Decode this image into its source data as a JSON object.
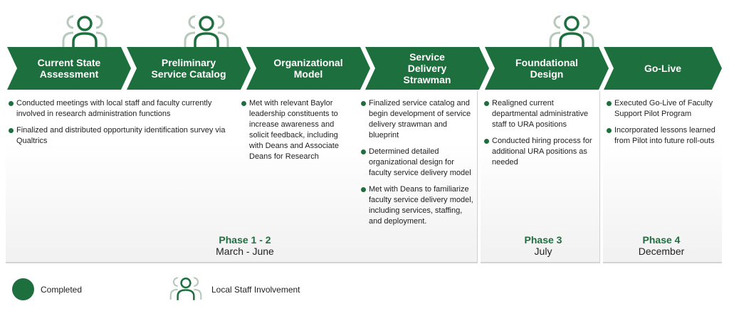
{
  "colors": {
    "accent": "#1e6f3e",
    "people_outer": "#b7c9bd"
  },
  "stages": [
    {
      "id": "current-state",
      "label": "Current State\nAssessment",
      "has_staff_icon": true
    },
    {
      "id": "preliminary",
      "label": "Preliminary\nService Catalog",
      "has_staff_icon": true
    },
    {
      "id": "organizational",
      "label": "Organizational\nModel",
      "has_staff_icon": false
    },
    {
      "id": "service-delivery",
      "label": "Service\nDelivery\nStrawman",
      "has_staff_icon": false
    },
    {
      "id": "foundational",
      "label": "Foundational\nDesign",
      "has_staff_icon": true
    },
    {
      "id": "go-live",
      "label": "Go-Live",
      "has_staff_icon": false
    }
  ],
  "bullets": {
    "col1": [
      "Conducted meetings with local staff and faculty currently involved in research administration functions",
      "Finalized and distributed opportunity identification survey via Qualtrics"
    ],
    "col3": [
      "Met with relevant Baylor leadership constituents to increase awareness and solicit feedback, including with Deans and Associate Deans for Research"
    ],
    "col4": [
      "Finalized service catalog and begin development of service delivery strawman and blueprint",
      "Determined detailed organizational design for faculty service delivery model",
      "Met with Deans to familiarize faculty service delivery model, including services, staffing, and deployment."
    ],
    "col5": [
      "Realigned current departmental administrative staff to URA positions",
      "Conducted hiring process for additional URA positions as needed"
    ],
    "col6": [
      "Executed Go-Live of Faculty Support Pilot Program",
      "Incorporated lessons learned from Pilot into future roll-outs"
    ]
  },
  "phases": [
    {
      "name": "Phase 1 - 2",
      "dates": "March - June"
    },
    {
      "name": "Phase 3",
      "dates": "July"
    },
    {
      "name": "Phase 4",
      "dates": "December"
    }
  ],
  "legend": {
    "completed": "Completed",
    "staff": "Local Staff Involvement"
  }
}
